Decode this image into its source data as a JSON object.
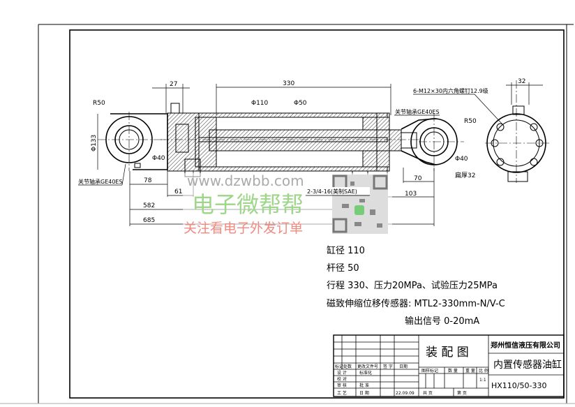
{
  "drawing": {
    "dimensions": {
      "d27": "27",
      "d330": "330",
      "phi110": "Φ110",
      "phi50": "Φ50",
      "r50_left": "R50",
      "phi133": "Φ133",
      "phi40_left": "Φ40",
      "bearing_left": "关节轴承GE40ES",
      "d78": "78",
      "d61": "61",
      "d582": "582",
      "d685": "685",
      "port": "2-3/4-16(美制SAE)",
      "bearing_right": "关节轴承GE40ES",
      "r50_right": "R50",
      "phi40_right": "Φ40",
      "thickness": "扁厚32",
      "d70": "70",
      "d103": "103",
      "d32": "32",
      "bolts": "6-M12×30内六角螺钉12.9级"
    },
    "specs": [
      "缸径  110",
      "杆径  50",
      "行程  330、压力20MPa、试验压力25MPa",
      "磁致伸缩位移传感器: MTL2-330mm-N/V-C",
      "输出信号  0-20mA"
    ]
  },
  "watermark": {
    "url": "www.dzwbb.com",
    "brand": "电子微帮帮",
    "slogan": "关注看电子外发订单"
  },
  "title_block": {
    "drawing_type": "装 配 图",
    "company": "郑州恒信液压有限公司",
    "part_name": "内置传感器油缸",
    "model": "HX110/50-330",
    "scale": "1:1",
    "headers": [
      "标记",
      "处数",
      "更改文件号",
      "签 字",
      "日期"
    ],
    "rows": [
      "设 计",
      "校 对",
      "审 核",
      "工 艺"
    ],
    "std": "标准化",
    "approve": "批 准",
    "date_label": "日 期",
    "date": "22.09.09",
    "stage": "图样标记",
    "qty": "数 量",
    "weight": "重 量",
    "ratio": "比 例",
    "total": "共    页",
    "sheet": "第    页"
  }
}
